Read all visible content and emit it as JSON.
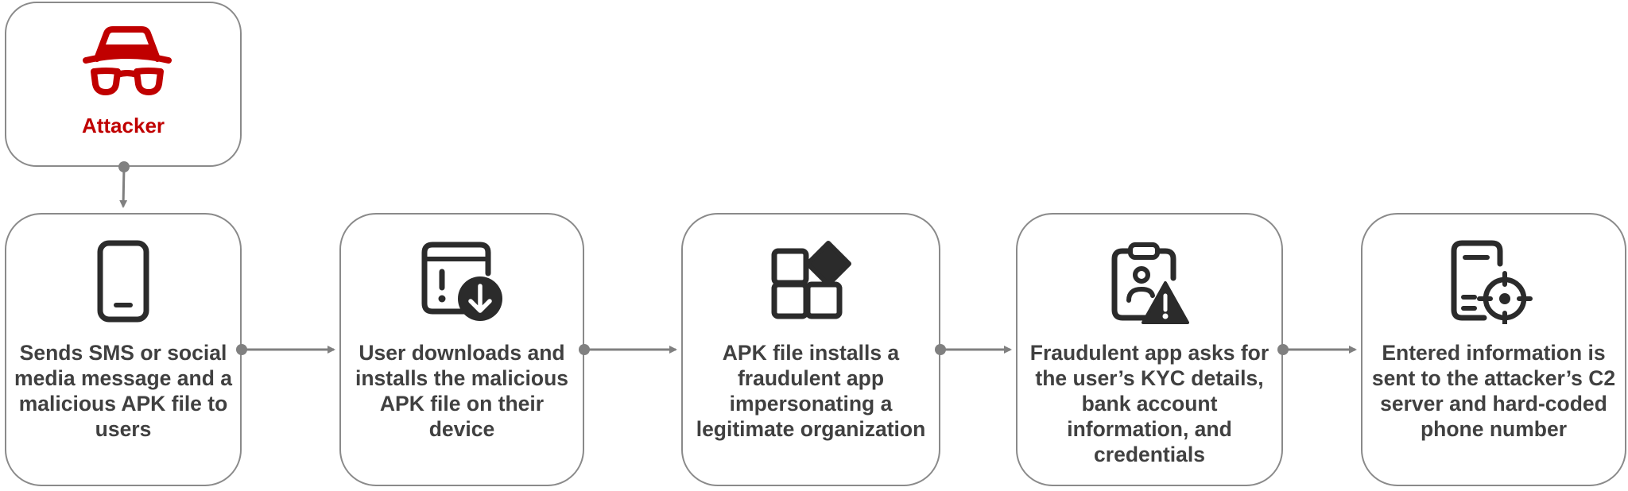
{
  "attacker": {
    "label": "Attacker",
    "icon": "spy-hat-glasses-icon",
    "color": "#c00000"
  },
  "steps": [
    {
      "icon": "smartphone-icon",
      "text": "Sends SMS or social media message and a malicious APK file to users"
    },
    {
      "icon": "browser-download-icon",
      "text": "User downloads and installs the malicious APK file on their device"
    },
    {
      "icon": "app-install-icon",
      "text": "APK file installs a fraudulent app impersonating a legitimate organization"
    },
    {
      "icon": "clipboard-user-warning-icon",
      "text": "Fraudulent app asks for the user’s KYC details, bank account information, and credentials"
    },
    {
      "icon": "server-target-icon",
      "text": "Entered information is sent to the attacker’s C2 server and hard-coded phone number"
    }
  ],
  "colors": {
    "border": "#8a8a8a",
    "text": "#404040",
    "icon": "#2b2b2b",
    "connector": "#808080"
  }
}
